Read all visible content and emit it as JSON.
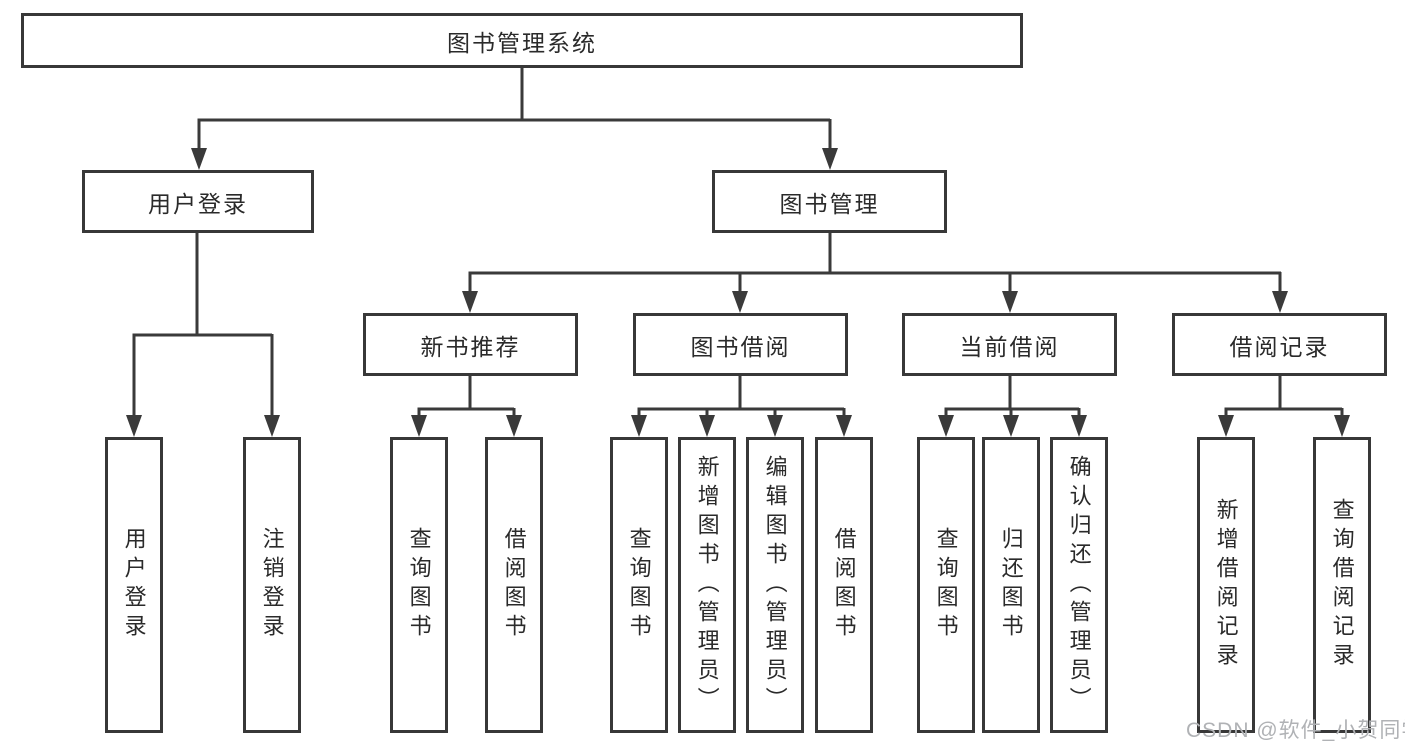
{
  "diagram": {
    "type": "hierarchy-tree",
    "colors": {
      "line": "#3a3a3a",
      "border": "#383838",
      "text": "#2a2a2a",
      "background": "#ffffff",
      "watermark": "#b0b2b5"
    }
  },
  "nodes": {
    "root": {
      "label": "图书管理系统"
    },
    "user_login": {
      "label": "用户登录"
    },
    "book_mgmt": {
      "label": "图书管理"
    },
    "new_book_rec": {
      "label": "新书推荐"
    },
    "book_borrow": {
      "label": "图书借阅"
    },
    "current_loan": {
      "label": "当前借阅"
    },
    "loan_history": {
      "label": "借阅记录"
    },
    "leaf_login": {
      "label": "用户登录"
    },
    "leaf_logout": {
      "label": "注销登录"
    },
    "leaf_query1": {
      "label": "查询图书"
    },
    "leaf_borrow1": {
      "label": "借阅图书"
    },
    "leaf_query2": {
      "label": "查询图书"
    },
    "leaf_add_book": {
      "label": "新增图书（管理员）"
    },
    "leaf_edit_book": {
      "label": "编辑图书（管理员）"
    },
    "leaf_borrow2": {
      "label": "借阅图书"
    },
    "leaf_query3": {
      "label": "查询图书"
    },
    "leaf_return": {
      "label": "归还图书"
    },
    "leaf_confirm": {
      "label": "确认归还（管理员）"
    },
    "leaf_add_rec": {
      "label": "新增借阅记录"
    },
    "leaf_qry_rec": {
      "label": "查询借阅记录"
    }
  },
  "edges": [
    {
      "from": "root",
      "to": "user_login"
    },
    {
      "from": "root",
      "to": "book_mgmt"
    },
    {
      "from": "user_login",
      "to": "leaf_login"
    },
    {
      "from": "user_login",
      "to": "leaf_logout"
    },
    {
      "from": "book_mgmt",
      "to": "new_book_rec"
    },
    {
      "from": "book_mgmt",
      "to": "book_borrow"
    },
    {
      "from": "book_mgmt",
      "to": "current_loan"
    },
    {
      "from": "book_mgmt",
      "to": "loan_history"
    },
    {
      "from": "new_book_rec",
      "to": "leaf_query1"
    },
    {
      "from": "new_book_rec",
      "to": "leaf_borrow1"
    },
    {
      "from": "book_borrow",
      "to": "leaf_query2"
    },
    {
      "from": "book_borrow",
      "to": "leaf_add_book"
    },
    {
      "from": "book_borrow",
      "to": "leaf_edit_book"
    },
    {
      "from": "book_borrow",
      "to": "leaf_borrow2"
    },
    {
      "from": "current_loan",
      "to": "leaf_query3"
    },
    {
      "from": "current_loan",
      "to": "leaf_return"
    },
    {
      "from": "current_loan",
      "to": "leaf_confirm"
    },
    {
      "from": "loan_history",
      "to": "leaf_add_rec"
    },
    {
      "from": "loan_history",
      "to": "leaf_qry_rec"
    }
  ],
  "watermark": {
    "text": "CSDN @软件_小贺同学"
  }
}
